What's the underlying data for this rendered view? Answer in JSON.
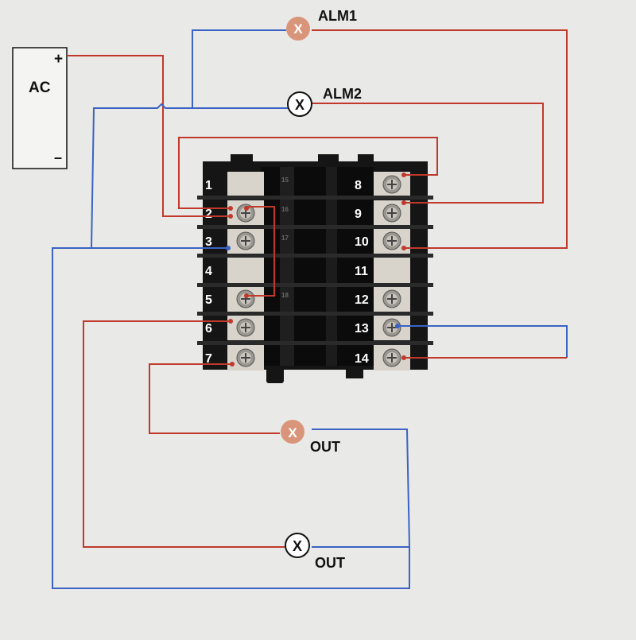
{
  "diagram": {
    "power_source": {
      "label": "AC",
      "plus": "+",
      "minus": "–"
    },
    "lamps": {
      "alm1": {
        "label": "ALM1",
        "symbol": "X",
        "style": "filled"
      },
      "alm2": {
        "label": "ALM2",
        "symbol": "X",
        "style": "outline"
      },
      "out_a": {
        "label": "OUT",
        "symbol": "X",
        "style": "filled"
      },
      "out_b": {
        "label": "OUT",
        "symbol": "X",
        "style": "outline"
      }
    },
    "terminals": {
      "left": [
        "1",
        "2",
        "3",
        "4",
        "5",
        "6",
        "7"
      ],
      "right": [
        "8",
        "9",
        "10",
        "11",
        "12",
        "13",
        "14"
      ],
      "middle": [
        "15",
        "16",
        "17",
        "18"
      ]
    },
    "colors": {
      "red_wire": "#c0392b",
      "blue_wire": "#3a63c4",
      "lamp_filled": "#d9957a",
      "lamp_outline": "#111111",
      "housing": "#151515",
      "background": "#e9e9e7"
    }
  }
}
